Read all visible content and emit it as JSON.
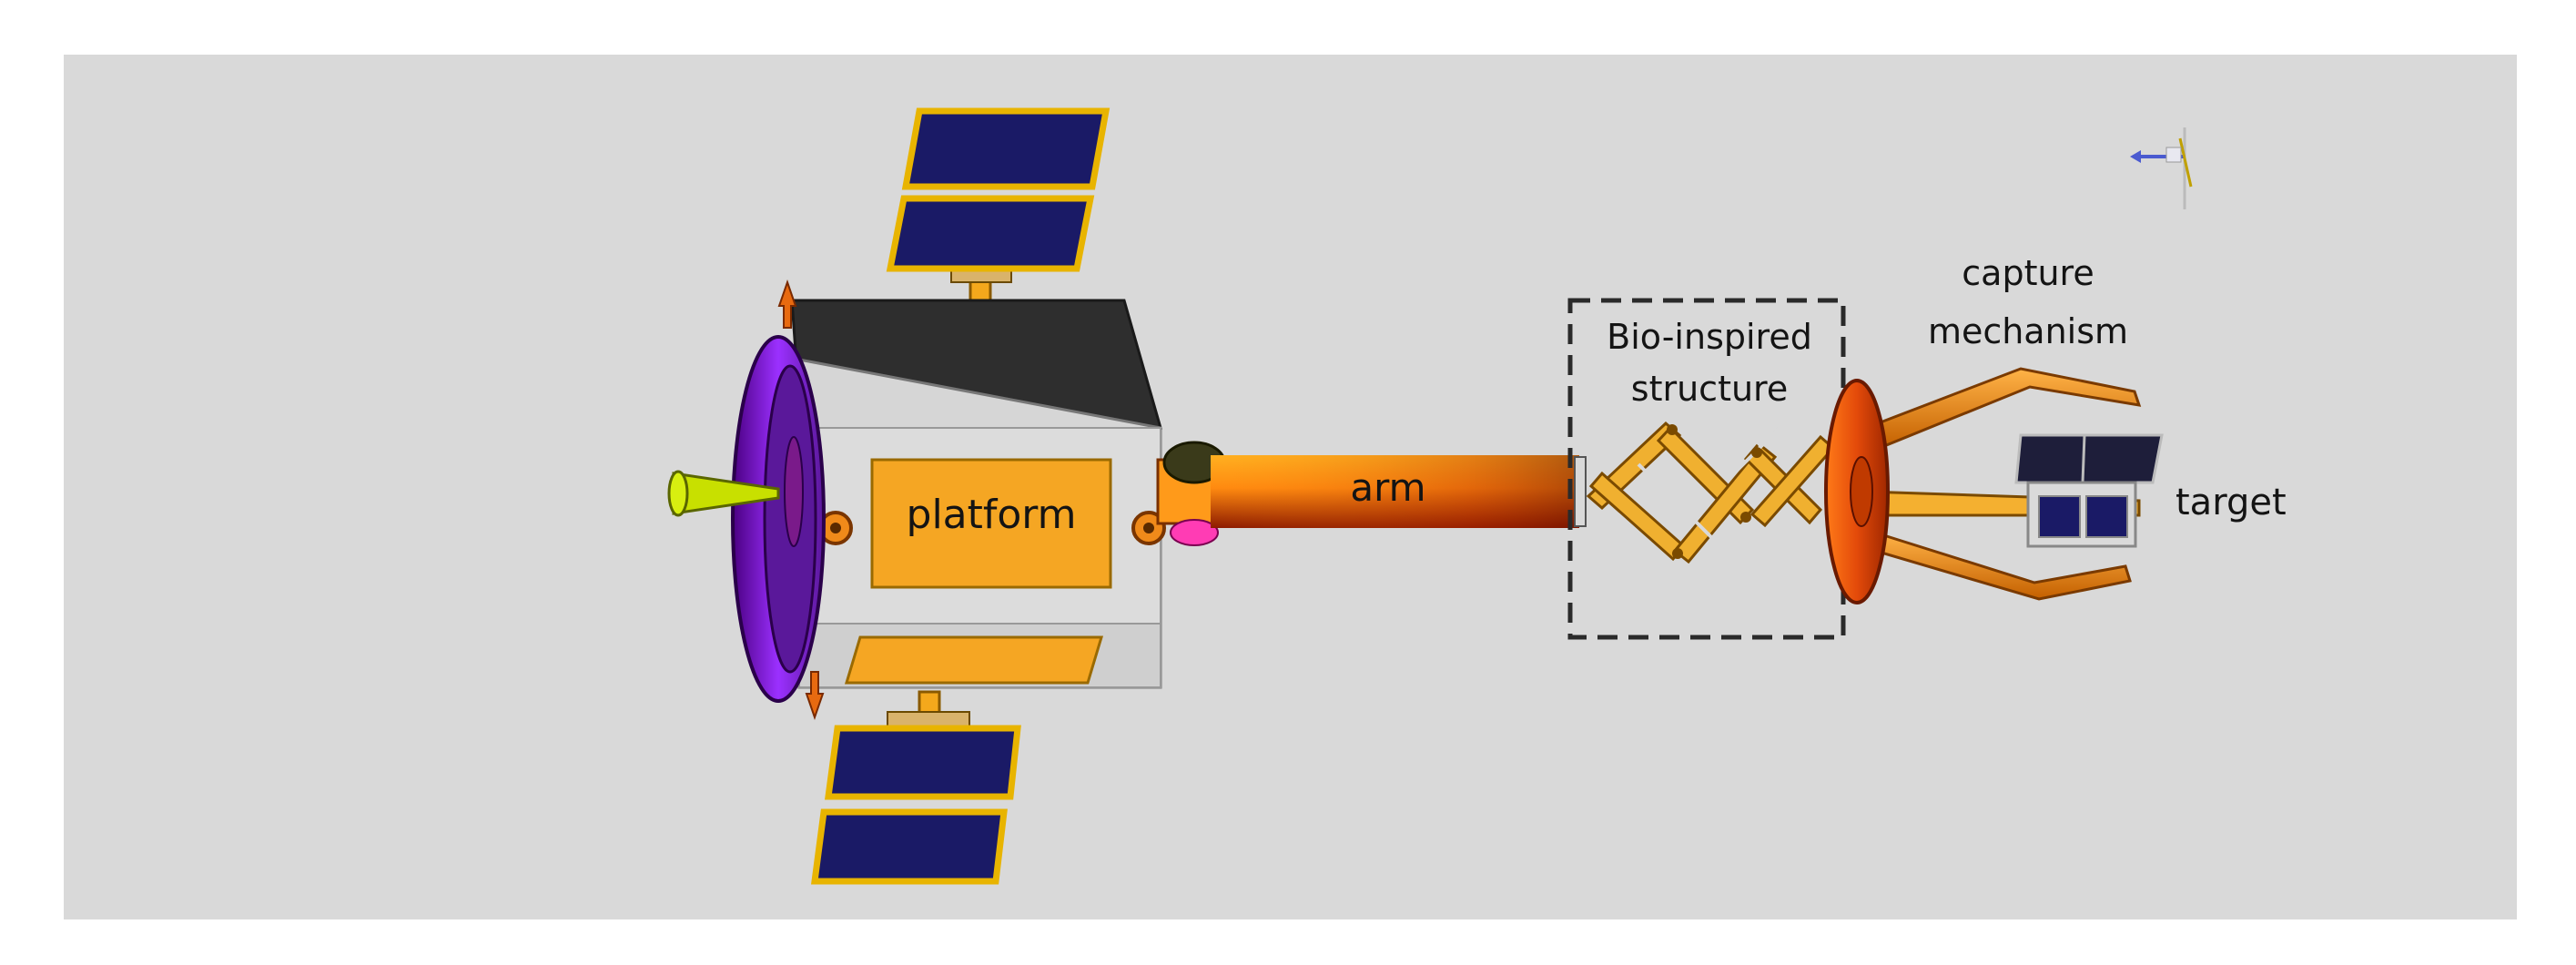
{
  "labels": {
    "platform": "platform",
    "arm": "arm",
    "bio_line1": "Bio-inspired",
    "bio_line2": "structure",
    "capture_line1": "capture",
    "capture_line2": "mechanism",
    "target": "target"
  },
  "colors": {
    "background": "#d9d9d9",
    "platform_face": "#f5a623",
    "solar_panel": "#1a1a66",
    "panel_frame": "#e8b400",
    "ring": "#8a2be2",
    "arm_gradient_start": "#ff9a1a",
    "arm_gradient_end": "#8c1a00"
  }
}
